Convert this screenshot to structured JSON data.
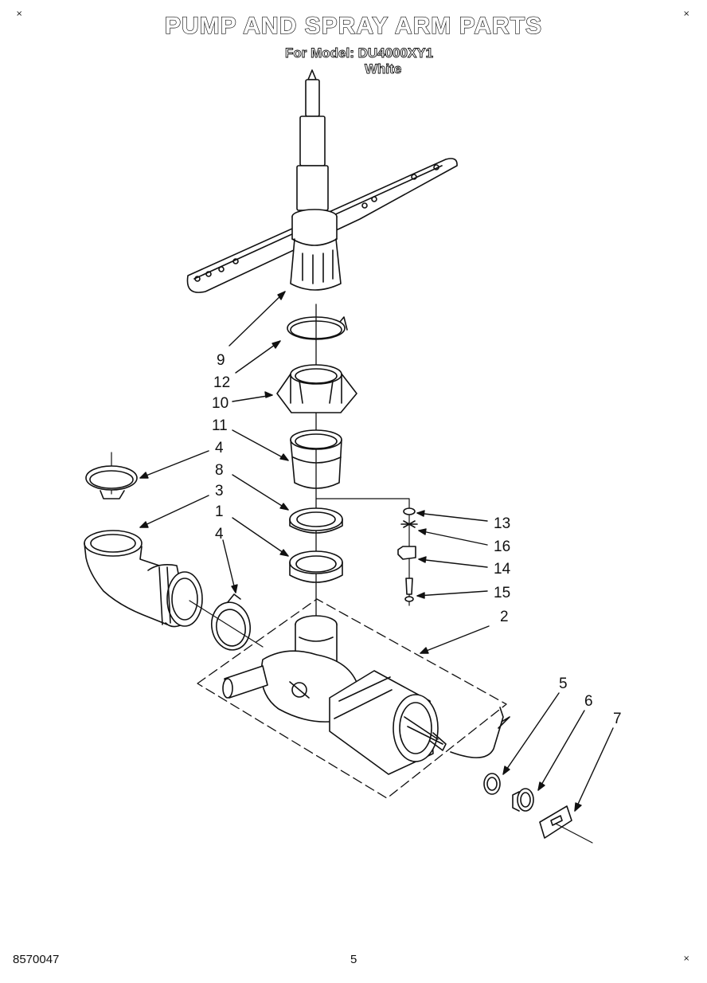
{
  "title": "PUMP AND SPRAY ARM PARTS",
  "model_line": "For Model: DU4000XY1",
  "color_line": "White",
  "footer": {
    "doc_number": "8570047",
    "page": "5"
  },
  "corner_mark": "×",
  "callouts": {
    "c9": "9",
    "c12": "12",
    "c10": "10",
    "c11": "11",
    "c4a": "4",
    "c8": "8",
    "c3": "3",
    "c1": "1",
    "c4b": "4",
    "c13": "13",
    "c16": "16",
    "c14": "14",
    "c15": "15",
    "c2": "2",
    "c5": "5",
    "c6": "6",
    "c7": "7"
  }
}
